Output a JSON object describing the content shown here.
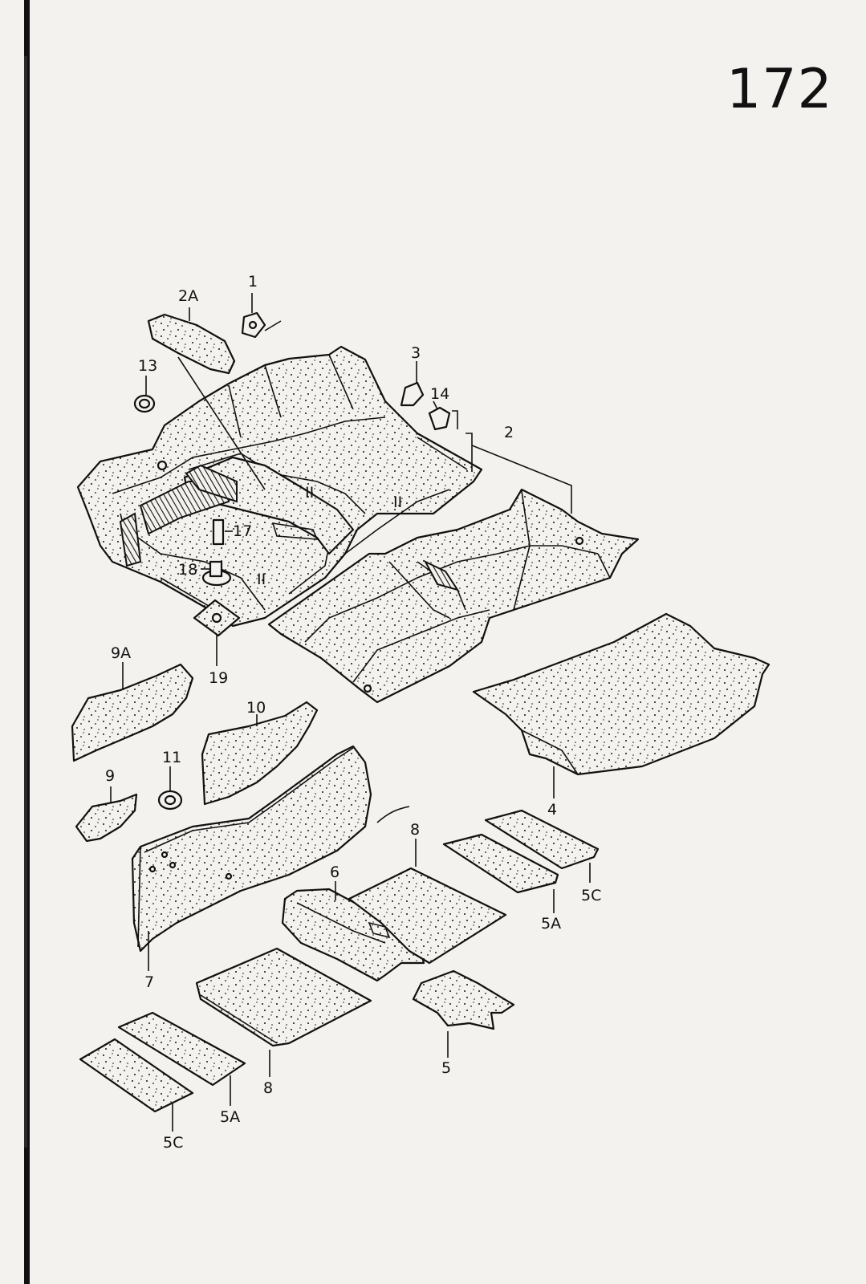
{
  "page_number": "172",
  "callouts": [
    {
      "id": "c1",
      "label": "1"
    },
    {
      "id": "c2A",
      "label": "2A"
    },
    {
      "id": "c13",
      "label": "13"
    },
    {
      "id": "c3",
      "label": "3"
    },
    {
      "id": "c14",
      "label": "14"
    },
    {
      "id": "c2",
      "label": "2"
    },
    {
      "id": "c17",
      "label": "17"
    },
    {
      "id": "c18",
      "label": "18"
    },
    {
      "id": "c19",
      "label": "19"
    },
    {
      "id": "c9A",
      "label": "9A"
    },
    {
      "id": "c10",
      "label": "10"
    },
    {
      "id": "c11",
      "label": "11"
    },
    {
      "id": "c9",
      "label": "9"
    },
    {
      "id": "c4",
      "label": "4"
    },
    {
      "id": "c8a",
      "label": "8"
    },
    {
      "id": "c6",
      "label": "6"
    },
    {
      "id": "c5C_r",
      "label": "5C"
    },
    {
      "id": "c5A_r",
      "label": "5A"
    },
    {
      "id": "c7",
      "label": "7"
    },
    {
      "id": "c8b",
      "label": "8"
    },
    {
      "id": "c5",
      "label": "5"
    },
    {
      "id": "c5A_l",
      "label": "5A"
    },
    {
      "id": "c5C_l",
      "label": "5C"
    }
  ]
}
